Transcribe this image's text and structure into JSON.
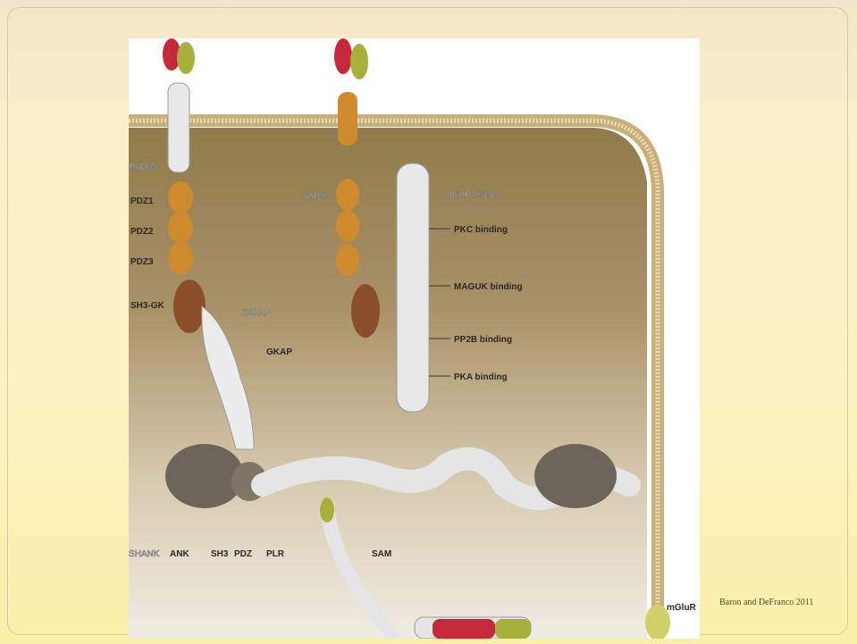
{
  "slide": {
    "citation": "Baron and DeFranco 2011"
  },
  "figure": {
    "labels": {
      "psd95": "PSD95",
      "pdz1": "PDZ1",
      "pdz2": "PDZ2",
      "pdz3": "PDZ3",
      "sh3_gk": "SH3-GK",
      "sap97": "SAP97",
      "akap": "AKAP79/150",
      "pkc_binding": "PKC binding",
      "maguk_binding": "MAGUK binding",
      "pp2b_binding": "PP2B binding",
      "pka_binding": "PKA binding",
      "sapap": "SAPAP",
      "gkap": "GKAP",
      "shank": "SHANK",
      "ank": "ANK",
      "sh3": "SH3",
      "pdz": "PDZ",
      "plr": "PLR",
      "sam": "SAM",
      "mglur": "mGluR"
    },
    "colors": {
      "membrane": "#c9b07a",
      "cytoplasm": "#8d7a4a",
      "pdz_domain": "#d08a2e",
      "gk_domain": "#8a4f2a",
      "akap_scaffold": "#e8e8e8",
      "shank_ank": "#6e655a",
      "receptor_red": "#c4283a",
      "receptor_green": "#a7b03a"
    }
  }
}
